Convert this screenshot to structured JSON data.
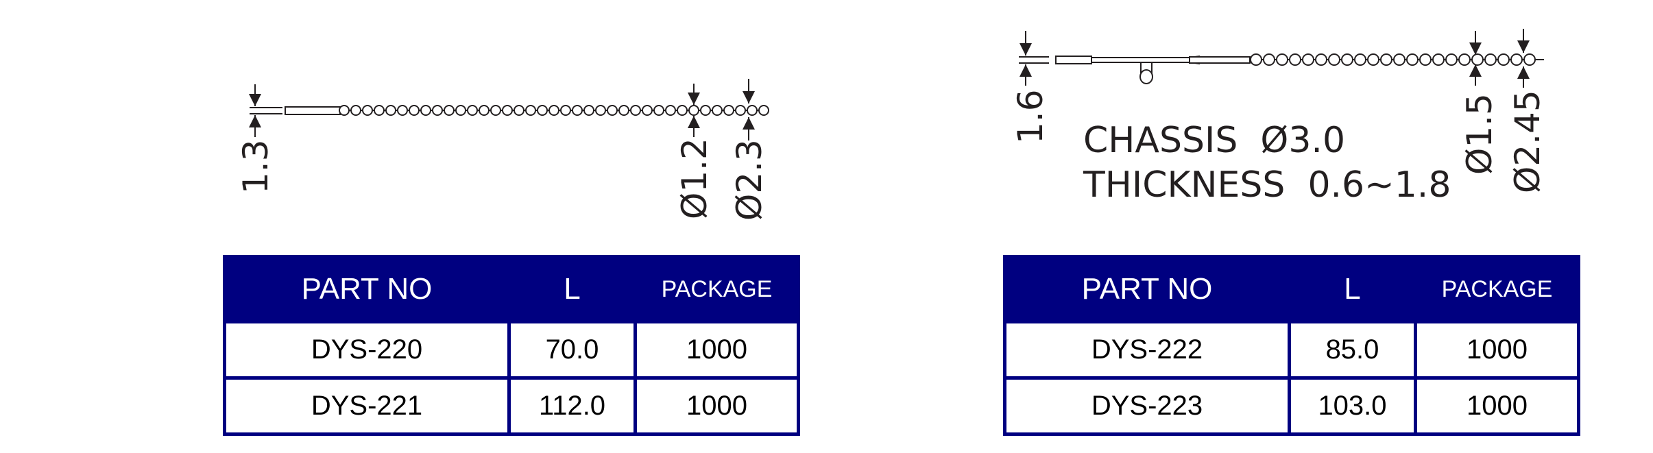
{
  "left": {
    "dims": {
      "d1": "1.3",
      "d2": "Ø1.2",
      "d3": "Ø2.3"
    },
    "table": {
      "headers": [
        "PART NO",
        "L",
        "PACKAGE"
      ],
      "rows": [
        [
          "DYS-220",
          "70.0",
          "1000"
        ],
        [
          "DYS-221",
          "112.0",
          "1000"
        ]
      ]
    }
  },
  "right": {
    "dims": {
      "d1": "1.6",
      "d2": "Ø1.5",
      "d3": "Ø2.45"
    },
    "spec": {
      "line1": "CHASSIS  Ø3.0",
      "line2": "THICKNESS  0.6~1.8"
    },
    "table": {
      "headers": [
        "PART NO",
        "L",
        "PACKAGE"
      ],
      "rows": [
        [
          "DYS-222",
          "85.0",
          "1000"
        ],
        [
          "DYS-223",
          "103.0",
          "1000"
        ]
      ]
    }
  }
}
